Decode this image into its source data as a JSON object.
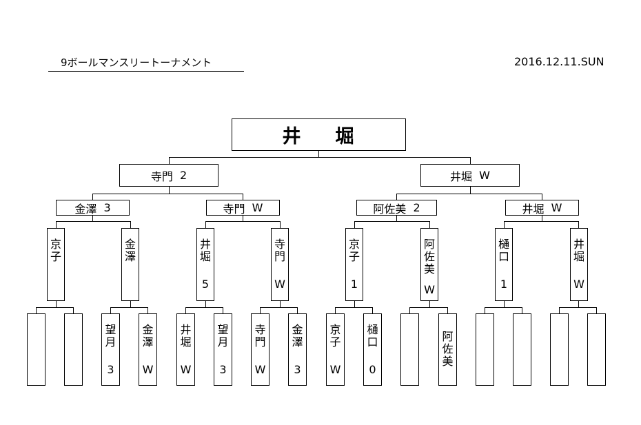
{
  "header": {
    "title": "9ボールマンスリートーナメント",
    "date": "2016.12.11.SUN"
  },
  "champion": {
    "c1": "井",
    "c2": "堀"
  },
  "semifinal": [
    {
      "name": "寺門",
      "score": "2"
    },
    {
      "name": "井堀",
      "score": "W"
    }
  ],
  "quarterfinal": [
    {
      "name": "金澤",
      "score": "3"
    },
    {
      "name": "寺門",
      "score": "W"
    },
    {
      "name": "阿佐美",
      "score": "2"
    },
    {
      "name": "井堀",
      "score": "W"
    }
  ],
  "round2": [
    {
      "name": "京子",
      "score": ""
    },
    {
      "name": "金澤",
      "score": ""
    },
    {
      "name": "井堀",
      "score": "5"
    },
    {
      "name": "寺門",
      "score": "W"
    },
    {
      "name": "京子",
      "score": "1"
    },
    {
      "name": "阿佐美",
      "score": "W"
    },
    {
      "name": "樋口",
      "score": "1"
    },
    {
      "name": "井堀",
      "score": "W"
    }
  ],
  "round1": [
    {
      "name": "",
      "score": ""
    },
    {
      "name": "",
      "score": ""
    },
    {
      "name": "望月",
      "score": "3"
    },
    {
      "name": "金澤",
      "score": "W"
    },
    {
      "name": "井堀",
      "score": "W"
    },
    {
      "name": "望月",
      "score": "3"
    },
    {
      "name": "寺門",
      "score": "W"
    },
    {
      "name": "金澤",
      "score": "3"
    },
    {
      "name": "京子",
      "score": "W"
    },
    {
      "name": "樋口",
      "score": "0"
    },
    {
      "name": "",
      "score": ""
    },
    {
      "name": "阿佐美",
      "score": ""
    },
    {
      "name": "",
      "score": ""
    },
    {
      "name": "",
      "score": ""
    },
    {
      "name": "",
      "score": ""
    },
    {
      "name": "",
      "score": ""
    }
  ]
}
